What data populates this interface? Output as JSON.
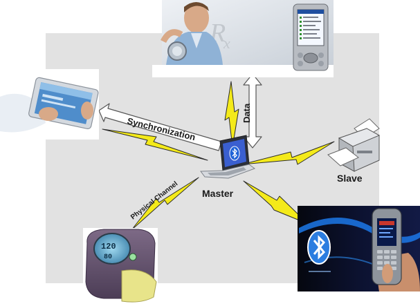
{
  "labels": {
    "data": "Data",
    "synchronization": "Synchronization",
    "master": "Master",
    "slave": "Slave",
    "physical_channel": "Physical Channel"
  },
  "icons": {
    "bluetooth": "bluetooth-icon"
  },
  "colors": {
    "background_panel": "#e2e2e2",
    "lightning_fill": "#f4ea1a",
    "lightning_stroke": "#2a2a2a",
    "arrow_fill": "#ffffff",
    "arrow_stroke": "#555555",
    "bluetooth_blue": "#1f63d8",
    "phone_backdrop": "#0a0d1e"
  }
}
